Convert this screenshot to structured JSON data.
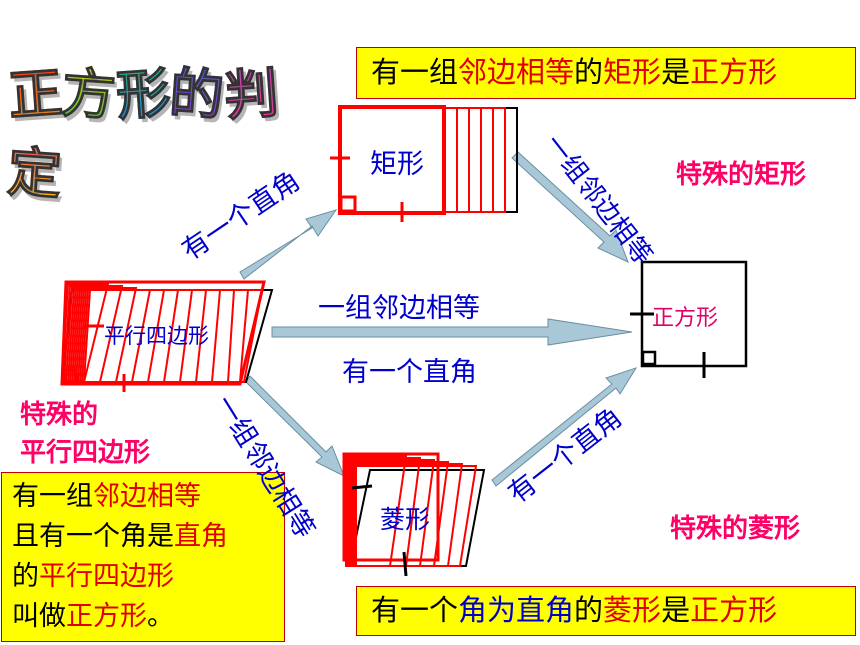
{
  "title": [
    "正",
    "方",
    "形",
    "的",
    "判",
    "定"
  ],
  "top_box": [
    {
      "t": "有一组",
      "c": "blk"
    },
    {
      "t": "邻边相等",
      "c": "red"
    },
    {
      "t": "的",
      "c": "blk"
    },
    {
      "t": "矩形",
      "c": "red"
    },
    {
      "t": "是",
      "c": "blk"
    },
    {
      "t": "正方形",
      "c": "red"
    }
  ],
  "bottom_box": [
    {
      "t": "有一个",
      "c": "blk"
    },
    {
      "t": "角为直角",
      "c": "blue"
    },
    {
      "t": "的",
      "c": "blk"
    },
    {
      "t": "菱形",
      "c": "red"
    },
    {
      "t": "是",
      "c": "blk"
    },
    {
      "t": "正方形",
      "c": "red"
    }
  ],
  "def_box": {
    "line1": [
      {
        "t": "有一组",
        "c": "blk"
      },
      {
        "t": "邻边相等",
        "c": "red"
      }
    ],
    "line2": [
      {
        "t": "且有一个角是",
        "c": "blk"
      },
      {
        "t": "直角",
        "c": "red"
      }
    ],
    "line3": [
      {
        "t": "的",
        "c": "blk"
      },
      {
        "t": "平行四边形",
        "c": "red"
      }
    ],
    "line4": [
      {
        "t": "叫做",
        "c": "blk"
      },
      {
        "t": "正方形",
        "c": "red"
      },
      {
        "t": "。",
        "c": "blk"
      }
    ]
  },
  "shapes": {
    "rectangle": "矩形",
    "parallelogram": "平行四边形",
    "rhombus": "菱形",
    "square": "正方形"
  },
  "arrows": {
    "para_to_rect": "有一个直角",
    "para_to_square_top": "一组邻边相等",
    "para_to_square_bottom": "有一个直角",
    "para_to_rhombus": "一组邻边相等",
    "rect_to_square": "一组邻边相等",
    "rhombus_to_square": "有一个直角"
  },
  "side_labels": {
    "special_rect": "特殊的矩形",
    "special_rhombus": "特殊的菱形",
    "special_para_1": "特殊的",
    "special_para_2": "平行四边形"
  },
  "colors": {
    "yellow": "#ffff00",
    "red": "#e00000",
    "blue": "#0000cc",
    "pink": "#ff0066",
    "arrow": "#a8c8d8"
  }
}
